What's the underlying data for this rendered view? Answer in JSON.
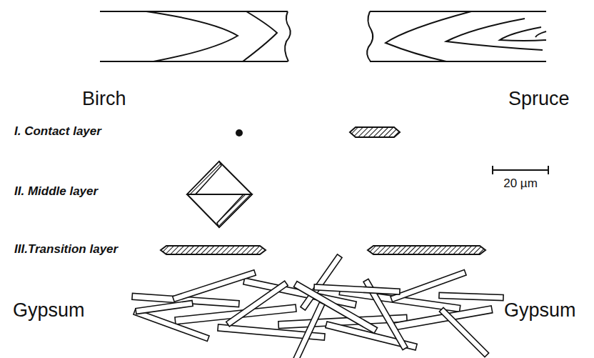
{
  "diagram": {
    "labels": [
      "Birch",
      "Spruce",
      "I. Contact layer",
      "II. Middle layer",
      "20 µm",
      "III.Transition layer",
      "Gypsum",
      "Gypsum"
    ]
  }
}
